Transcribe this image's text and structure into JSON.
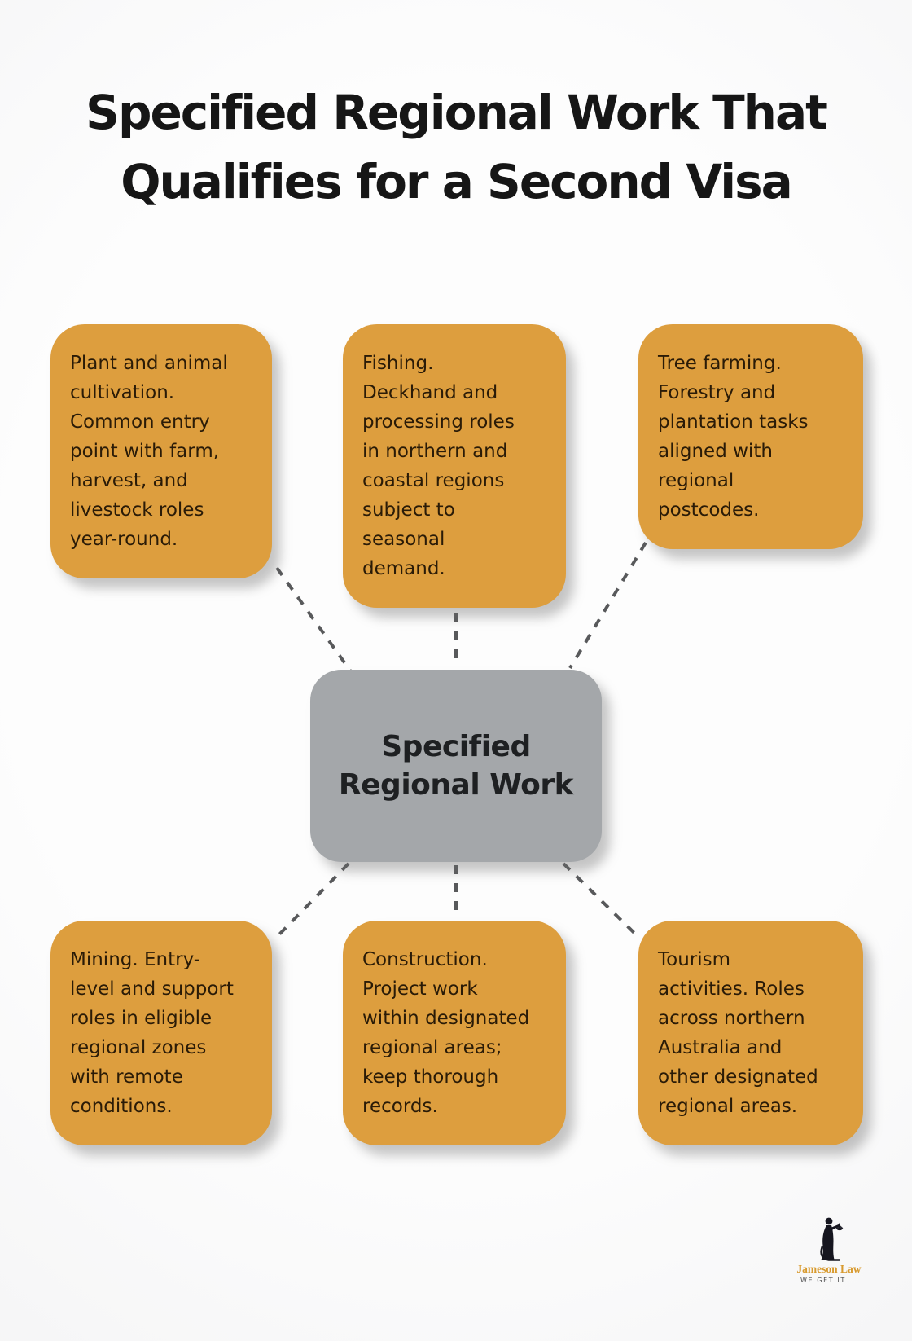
{
  "title": "Specified Regional Work That\nQualifies for a Second Visa",
  "center": {
    "label": "Specified\nRegional Work"
  },
  "nodes": [
    {
      "id": "plant-animal-cultivation",
      "text": "Plant and animal\ncultivation.\nCommon entry\npoint with farm,\nharvest, and\nlivestock roles\nyear-round."
    },
    {
      "id": "fishing",
      "text": "Fishing.\nDeckhand and\nprocessing roles\nin northern and\ncoastal regions\nsubject to\nseasonal\ndemand."
    },
    {
      "id": "tree-farming",
      "text": "Tree farming.\nForestry and\nplantation tasks\naligned with\nregional\npostcodes."
    },
    {
      "id": "mining",
      "text": "Mining. Entry-\nlevel and support\nroles in eligible\nregional zones\nwith remote\nconditions."
    },
    {
      "id": "construction",
      "text": "Construction.\nProject work\nwithin designated\nregional areas;\nkeep thorough\nrecords."
    },
    {
      "id": "tourism",
      "text": "Tourism\nactivities. Roles\nacross northern\nAustralia and\nother designated\nregional areas."
    }
  ],
  "logo": {
    "name": "Jameson Law",
    "tagline": "WE GET IT"
  },
  "colors": {
    "accent_orange": "#DD9E3E",
    "center_gray": "#A4A7AA",
    "connector_gray": "#58595B",
    "box_text": "#2A1B07",
    "title_text": "#161616",
    "logo_gold": "#D89A2E"
  }
}
